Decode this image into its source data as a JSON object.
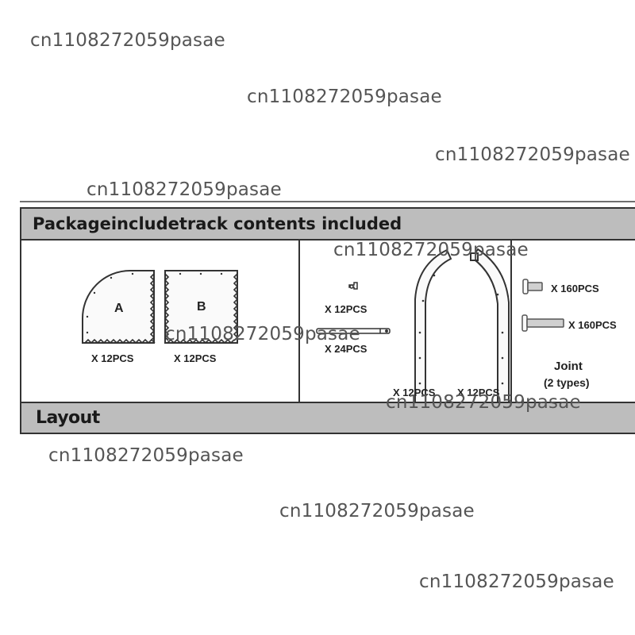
{
  "watermarks": [
    "cn1108272059pasae",
    "cn1108272059pasae",
    "cn1108272059pasae",
    "cn1108272059pasae",
    "cn1108272059pasae",
    "cn1108272059pasae",
    "cn1108272059pasae",
    "cn1108272059pasae",
    "cn1108272059pasae",
    "cn1108272059pasae"
  ],
  "header": {
    "title": "Packageincludetrack contents included"
  },
  "panels": {
    "mats": {
      "piece_a": {
        "letter": "A",
        "qty": "X 12PCS"
      },
      "piece_b": {
        "letter": "B",
        "qty": "X 12PCS"
      }
    },
    "track": {
      "small_part_qty": "X 12PCS",
      "rod_qty": "X 24PCS",
      "arch_left_qty": "X 12PCS",
      "arch_right_qty": "X 12PCS"
    },
    "joints": {
      "short_qty": "X 160PCS",
      "long_qty": "X 160PCS",
      "caption_line1": "Joint",
      "caption_line2": "(2 types)"
    }
  },
  "layout_section": {
    "title": "Layout"
  }
}
